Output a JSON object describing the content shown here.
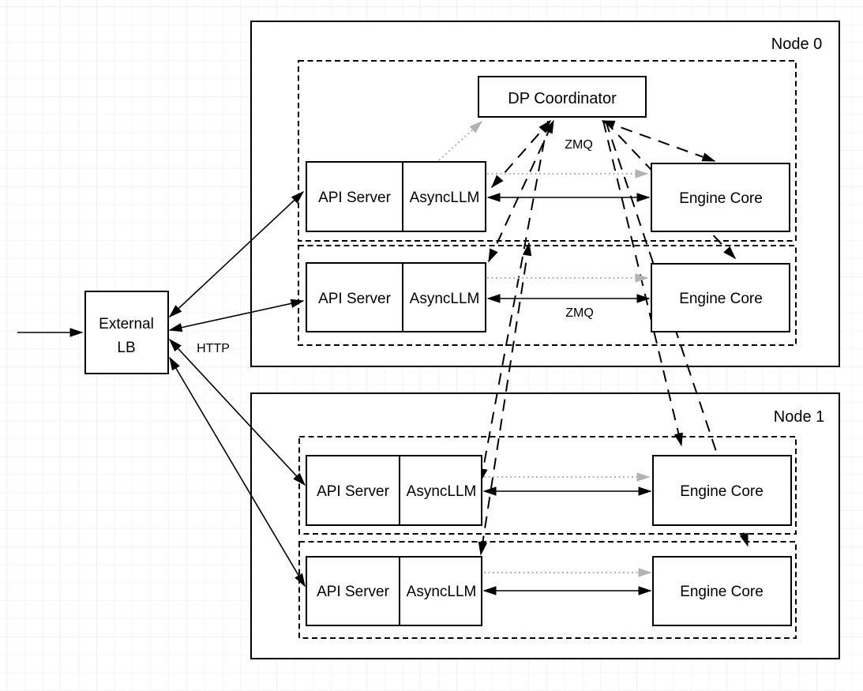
{
  "colors": {
    "stroke": "#000000",
    "muted_arrow": "#b3b3b3",
    "background": "#ffffff",
    "grid_minor": "#ececec",
    "grid_major": "#e2e2e2"
  },
  "lb": {
    "line1": "External",
    "line2": "LB",
    "http_label": "HTTP"
  },
  "nodes": [
    {
      "label": "Node 0",
      "coordinator": "DP Coordinator",
      "coordinator_zmq_label": "ZMQ",
      "engine_zmq_label": "ZMQ",
      "rows": [
        {
          "api": "API Server",
          "llm": "AsyncLLM",
          "engine": "Engine Core"
        },
        {
          "api": "API Server",
          "llm": "AsyncLLM",
          "engine": "Engine Core"
        }
      ]
    },
    {
      "label": "Node 1",
      "rows": [
        {
          "api": "API Server",
          "llm": "AsyncLLM",
          "engine": "Engine Core"
        },
        {
          "api": "API Server",
          "llm": "AsyncLLM",
          "engine": "Engine Core"
        }
      ]
    }
  ]
}
